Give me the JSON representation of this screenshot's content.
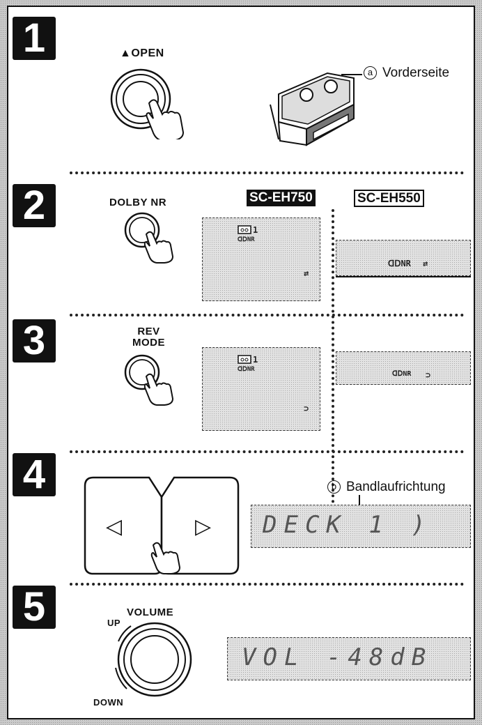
{
  "steps": [
    {
      "number": "1",
      "button_label": "▲OPEN",
      "callout_marker": "a",
      "callout_text": "Vorderseite"
    },
    {
      "number": "2",
      "button_label": "DOLBY  NR",
      "model_a": "SC-EH750",
      "model_b": "SC-EH550",
      "lcd_a_line1": "1",
      "lcd_a_line2": "ᗡᗞNR",
      "lcd_a_arrow": "⇄",
      "lcd_b_text": "ᗡᗞNR",
      "lcd_b_arrow": "⇄"
    },
    {
      "number": "3",
      "button_label_line1": "REV",
      "button_label_line2": "MODE",
      "lcd_a_line1": "1",
      "lcd_a_line2": "ᗡᗞNR",
      "lcd_a_arrow": "⊃",
      "lcd_b_text": "ᗡᗞNR",
      "lcd_b_arrow": "⊃"
    },
    {
      "number": "4",
      "callout_marker": "b",
      "callout_text": "Bandlaufrichtung",
      "display_text": "DECK 1 )",
      "left_arrow": "◁",
      "right_arrow": "▷"
    },
    {
      "number": "5",
      "dial_label": "VOLUME",
      "up_label": "UP",
      "down_label": "DOWN",
      "display_text": "VOL -48dB"
    }
  ]
}
